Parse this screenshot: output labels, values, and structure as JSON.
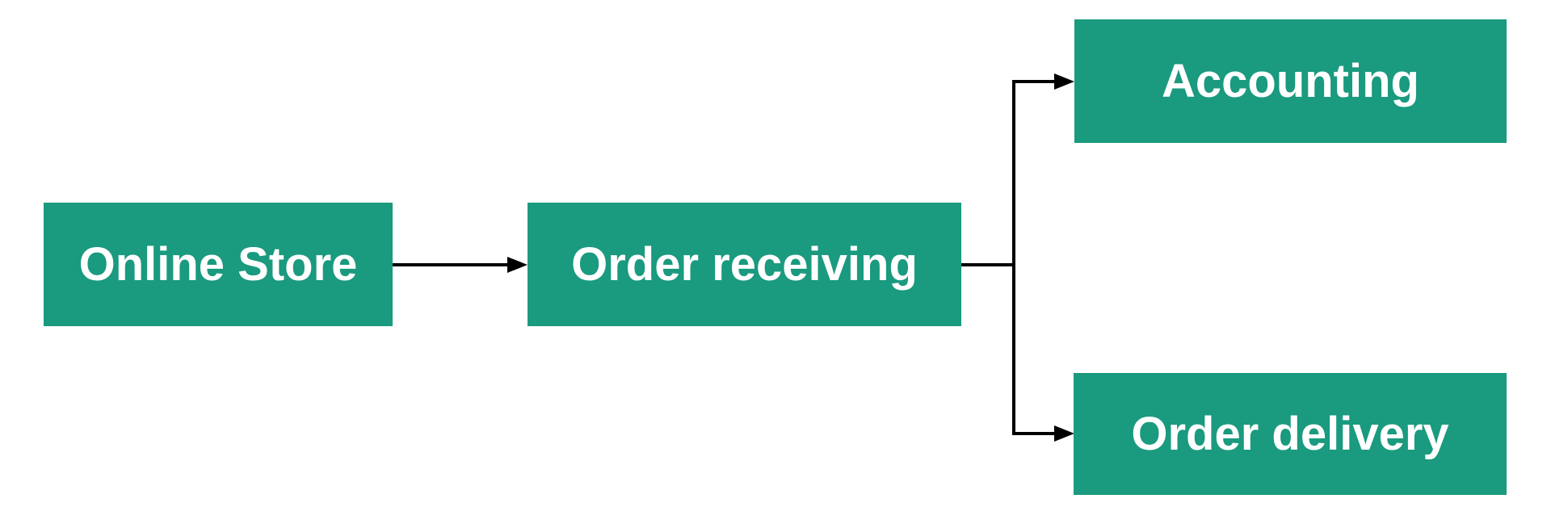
{
  "diagram": {
    "type": "flowchart",
    "direction": "left-to-right",
    "nodes": [
      {
        "id": "online-store",
        "label": "Online Store"
      },
      {
        "id": "order-receiving",
        "label": "Order receiving"
      },
      {
        "id": "accounting",
        "label": "Accounting"
      },
      {
        "id": "order-delivery",
        "label": "Order delivery"
      }
    ],
    "edges": [
      {
        "from": "Online Store",
        "to": "Order receiving",
        "style": "arrow"
      },
      {
        "from": "Order receiving",
        "to": "Accounting",
        "style": "elbow-arrow"
      },
      {
        "from": "Order receiving",
        "to": "Order delivery",
        "style": "elbow-arrow"
      }
    ],
    "colors": {
      "node_fill": "#1a9a7e",
      "node_text": "#ffffff",
      "connector": "#000000",
      "background": "#ffffff"
    }
  }
}
